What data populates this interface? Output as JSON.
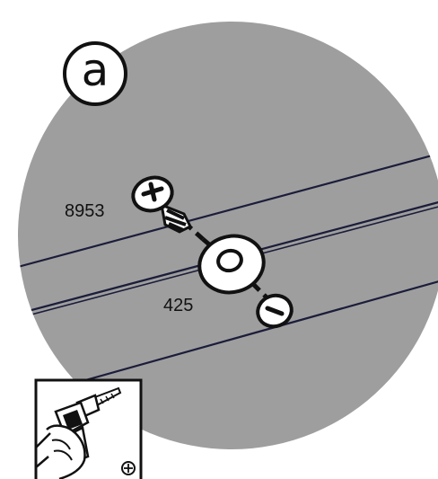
{
  "step": {
    "letter": "a"
  },
  "parts": [
    {
      "id": "screw",
      "label": "8953",
      "icon": "phillips-screw-icon"
    },
    {
      "id": "washer",
      "label": "425",
      "icon": "washer-icon"
    }
  ],
  "tool": {
    "icon": "power-drill-icon",
    "bit_icon": "phillips-bit-icon"
  },
  "colors": {
    "disc": "#9e9e9e",
    "line": "#1b1d3a",
    "outline": "#111111",
    "part_fill": "#ffffff"
  }
}
